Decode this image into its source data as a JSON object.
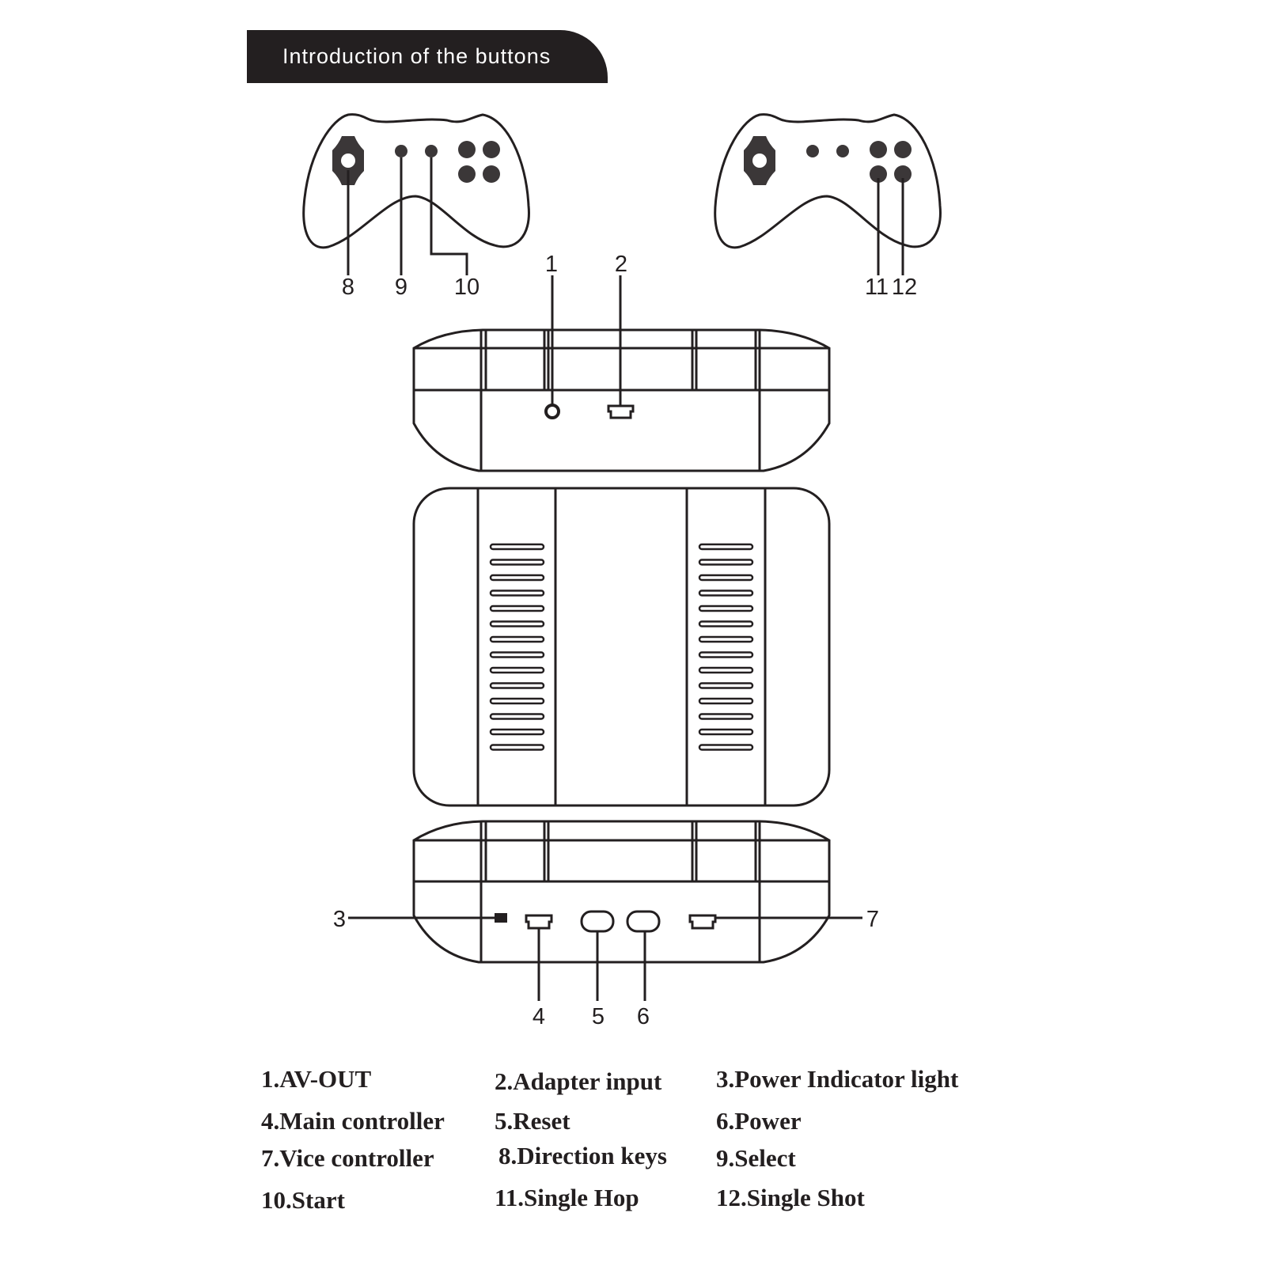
{
  "title": "Introduction of the buttons",
  "callouts": [
    "1",
    "2",
    "3",
    "4",
    "5",
    "6",
    "7",
    "8",
    "9",
    "10",
    "11",
    "12"
  ],
  "legend": [
    "1.AV-OUT",
    "2.Adapter input",
    "3.Power Indicator light",
    "4.Main controller",
    "5.Reset",
    "6.Power",
    "7.Vice controller",
    "8.Direction keys",
    "9.Select",
    "10.Start",
    "11.Single Hop",
    "12.Single Shot"
  ]
}
